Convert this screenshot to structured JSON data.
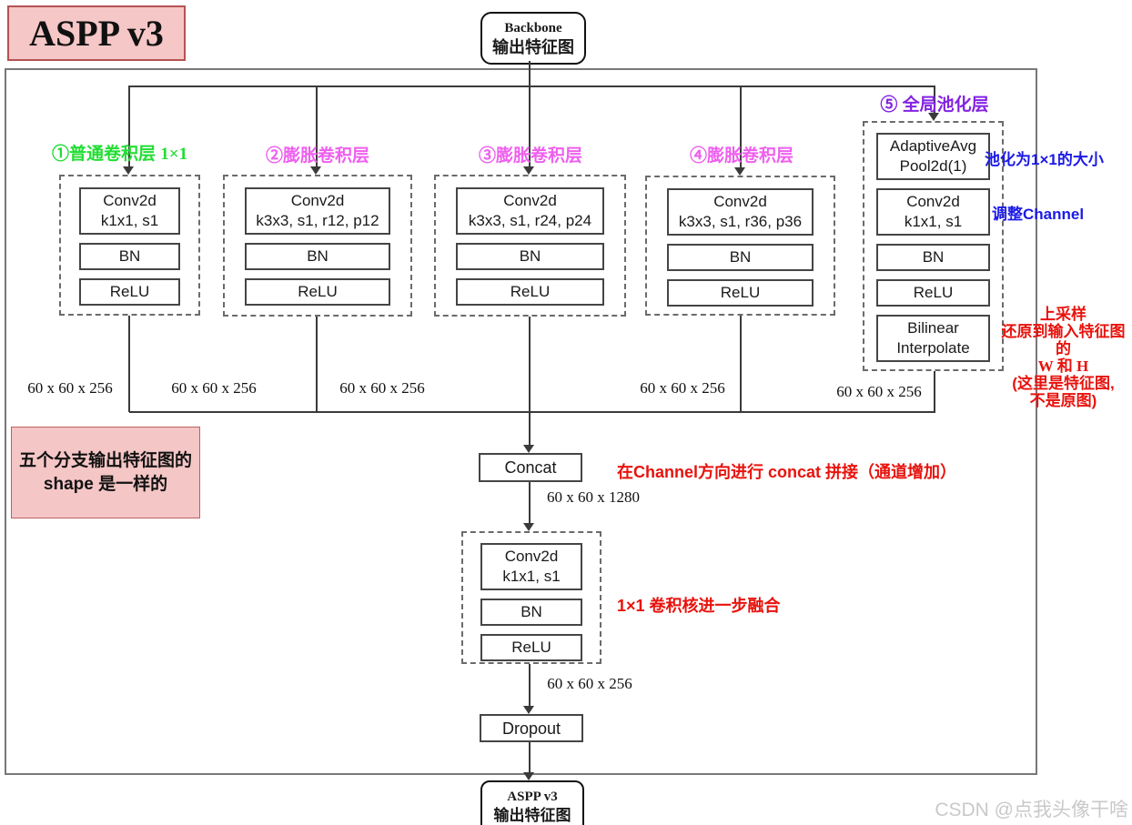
{
  "title": "ASPP v3",
  "backbone_box": {
    "line1": "Backbone",
    "line2": "输出特征图"
  },
  "branches": [
    {
      "label": "①普通卷积层",
      "label_suffix": "1×1",
      "layers": [
        {
          "l1": "Conv2d",
          "l2": "k1x1, s1"
        },
        {
          "l1": "BN"
        },
        {
          "l1": "ReLU"
        }
      ],
      "output_shape": "60 x 60 x 256"
    },
    {
      "label": "②膨胀卷积层",
      "layers": [
        {
          "l1": "Conv2d",
          "l2": "k3x3, s1, r12, p12"
        },
        {
          "l1": "BN"
        },
        {
          "l1": "ReLU"
        }
      ],
      "output_shape": "60 x 60 x 256"
    },
    {
      "label": "③膨胀卷积层",
      "layers": [
        {
          "l1": "Conv2d",
          "l2": "k3x3, s1, r24, p24"
        },
        {
          "l1": "BN"
        },
        {
          "l1": "ReLU"
        }
      ],
      "output_shape": "60 x 60 x 256"
    },
    {
      "label": "④膨胀卷积层",
      "layers": [
        {
          "l1": "Conv2d",
          "l2": "k3x3, s1, r36, p36"
        },
        {
          "l1": "BN"
        },
        {
          "l1": "ReLU"
        }
      ],
      "output_shape": "60 x 60 x 256"
    },
    {
      "label": "⑤ 全局池化层",
      "layers": [
        {
          "l1": "AdaptiveAvg",
          "l2": "Pool2d(1)"
        },
        {
          "l1": "Conv2d",
          "l2": "k1x1, s1"
        },
        {
          "l1": "BN"
        },
        {
          "l1": "ReLU"
        },
        {
          "l1": "Bilinear",
          "l2": "Interpolate"
        }
      ],
      "output_shape": "60 x 60 x 256"
    }
  ],
  "notes": {
    "shape_note_line1": "五个分支输出特征图的",
    "shape_note_line2": "shape 是一样的",
    "pool_note": "池化为1×1的大小",
    "channel_note": "调整Channel",
    "upsample_lines": [
      "上采样",
      "还原到输入特征图的",
      "W 和 H",
      "(这里是特征图,",
      "不是原图)"
    ],
    "concat_note": "在Channel方向进行 concat 拼接（通道增加）",
    "fuse_note": "1×1 卷积核进一步融合"
  },
  "merge": {
    "concat_label": "Concat",
    "concat_output_shape": "60 x 60 x 1280",
    "fuse_layers": [
      {
        "l1": "Conv2d",
        "l2": "k1x1, s1"
      },
      {
        "l1": "BN"
      },
      {
        "l1": "ReLU"
      }
    ],
    "fuse_output_shape": "60 x 60 x 256",
    "dropout_label": "Dropout"
  },
  "output_box": {
    "line1": "ASPP v3",
    "line2": "输出特征图"
  },
  "watermark": "CSDN @点我头像干啥",
  "colors": {
    "branch1_label": "#22dd33",
    "dilated_label": "#ee5fee",
    "pool_label": "#8322e2",
    "blue_annotation": "#1b1ae6",
    "red_annotation": "#e8120c",
    "pink_box_bg": "#f5c6c6",
    "pink_box_border": "#b65252",
    "line": "#3a3a3a",
    "frame": "#787878",
    "watermark": "#c9c9c9"
  }
}
